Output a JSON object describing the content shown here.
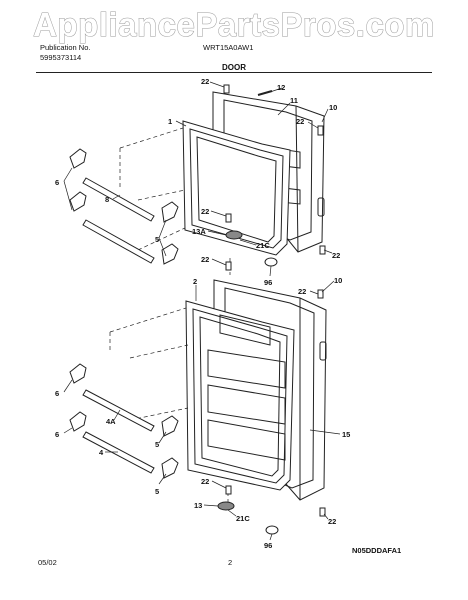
{
  "watermark": "AppliancePartsPros.com",
  "header": {
    "publication_label": "Publication No.",
    "publication_number": "5995373114",
    "model": "WRT15A0AW1",
    "section_title": "DOOR"
  },
  "footer": {
    "date": "05/02",
    "page": "2",
    "code": "N05DDDAFA1"
  },
  "callouts": [
    "22",
    "12",
    "11",
    "10",
    "1",
    "22",
    "6",
    "8",
    "22",
    "13A",
    "21C",
    "5",
    "22",
    "96",
    "22",
    "10",
    "2",
    "22",
    "6",
    "4A",
    "6",
    "5",
    "4",
    "15",
    "22",
    "5",
    "13",
    "21C",
    "22",
    "96"
  ]
}
